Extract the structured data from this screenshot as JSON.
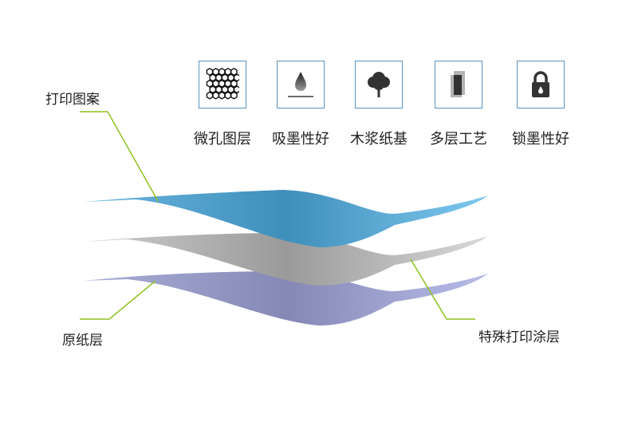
{
  "features": [
    {
      "label": "微孔图层",
      "icon": "honeycomb-icon"
    },
    {
      "label": "吸墨性好",
      "icon": "ink-drop-icon"
    },
    {
      "label": "木浆纸基",
      "icon": "tree-icon"
    },
    {
      "label": "多层工艺",
      "icon": "layers-icon"
    },
    {
      "label": "锁墨性好",
      "icon": "lock-icon"
    }
  ],
  "callouts": {
    "top": "打印图案",
    "bottom_left": "原纸层",
    "bottom_right": "特殊打印涂层"
  },
  "colors": {
    "accent_line": "#8dc21f",
    "box_border": "#5a93bd",
    "layer_top": "#4a9cc7",
    "layer_mid": "#a9a9a9",
    "layer_bottom": "#8f92bf"
  }
}
